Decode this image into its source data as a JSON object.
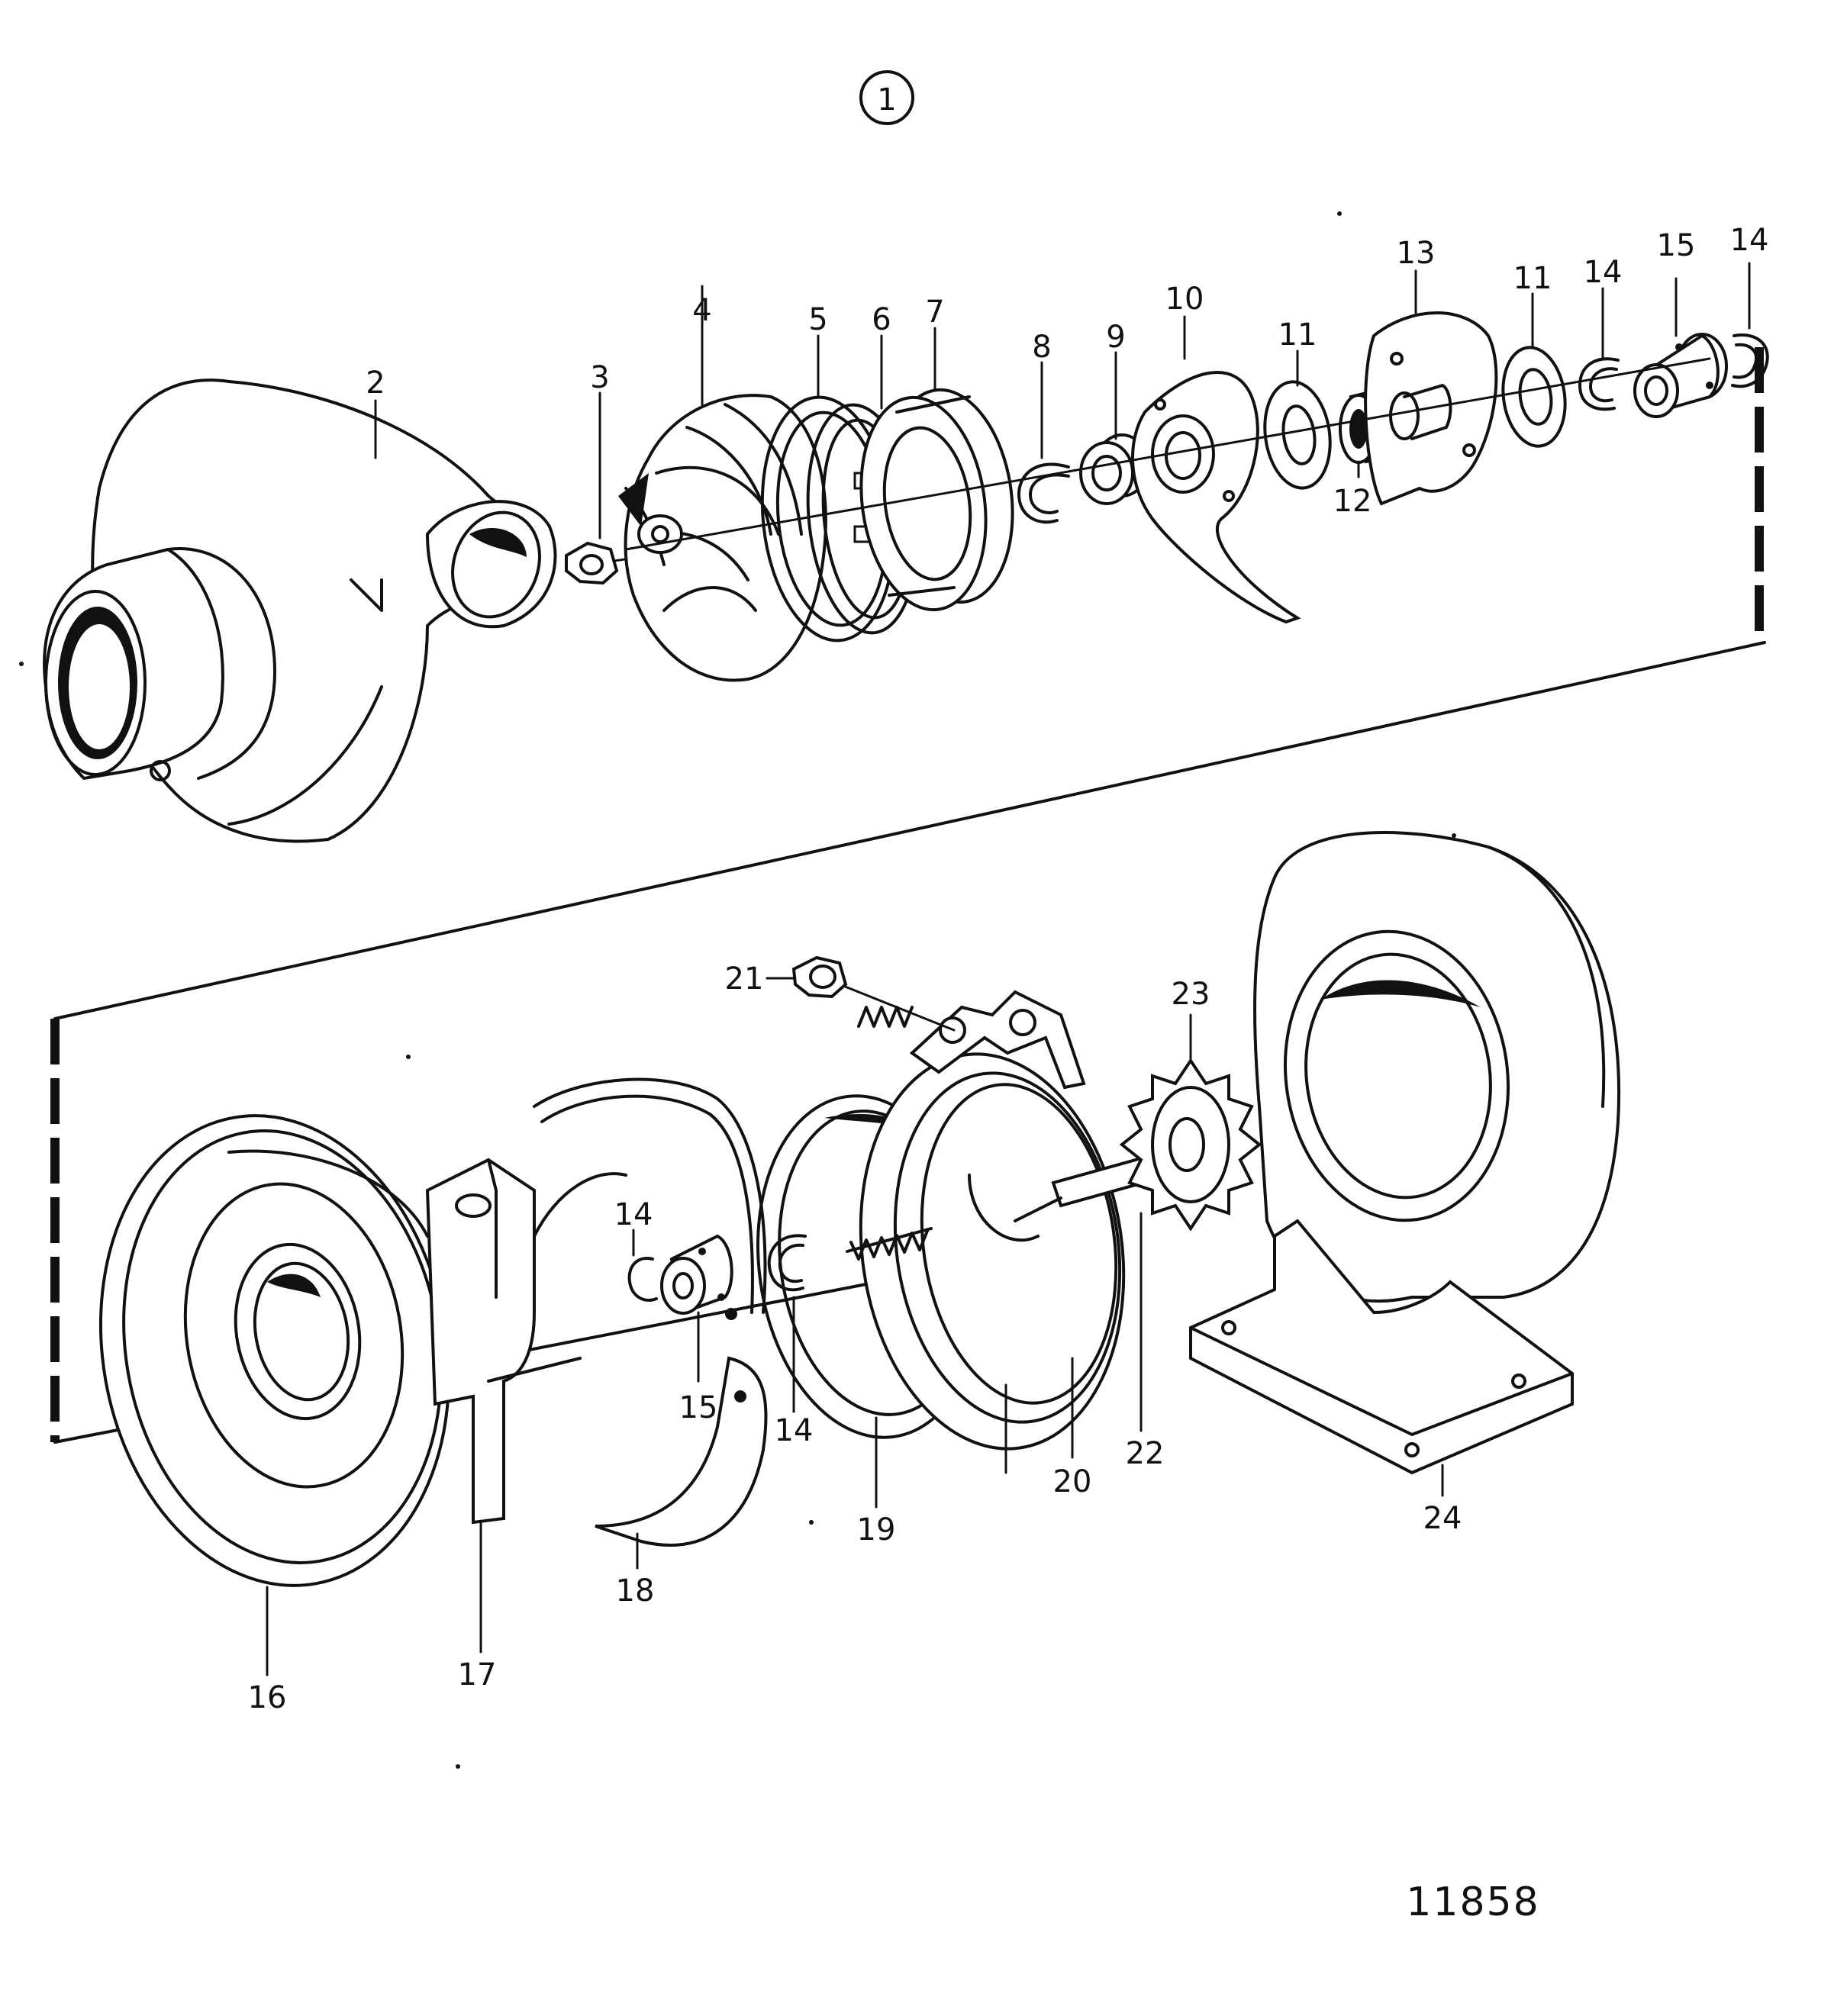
{
  "group_marker": "1",
  "figure_number": "11858",
  "callouts": {
    "c2": "2",
    "c3": "3",
    "c4": "4",
    "c5": "5",
    "c6": "6",
    "c7": "7",
    "c8": "8",
    "c9": "9",
    "c10": "10",
    "c11a": "11",
    "c12": "12",
    "c13": "13",
    "c11b": "11",
    "c14a": "14",
    "c15a": "15",
    "c14b": "14",
    "c21": "21",
    "c23": "23",
    "c14c": "14",
    "c15b": "15",
    "c14d": "14",
    "c19": "19",
    "c20": "20",
    "c22": "22",
    "c24": "24",
    "c16": "16",
    "c17": "17",
    "c18": "18"
  }
}
